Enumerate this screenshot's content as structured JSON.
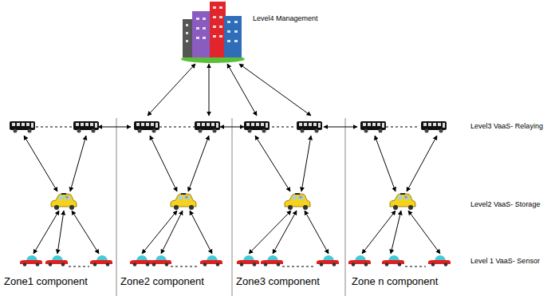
{
  "diagram": {
    "nodes": [
      {
        "text": [
          "Level4 Management"
        ]
      },
      {
        "text": [
          "Zone1 component"
        ]
      },
      {
        "text": [
          "Zone2 component"
        ]
      },
      {
        "text": [
          "Zone3 component"
        ]
      },
      {
        "text": [
          "Zone n component"
        ]
      }
    ],
    "edges": [
      {
        "from": 0,
        "to": 2,
        "arrow": "both"
      },
      {
        "from": 0,
        "to": 2,
        "arrow": "both"
      },
      {
        "from": 0,
        "to": 3,
        "arrow": "both"
      },
      {
        "from": 0,
        "to": 3,
        "arrow": "both"
      }
    ],
    "labels": [
      "Level3 VaaS- Relaying",
      "Level2 VaaS- Storage",
      "Level 1 VaaS- Sensor"
    ]
  }
}
